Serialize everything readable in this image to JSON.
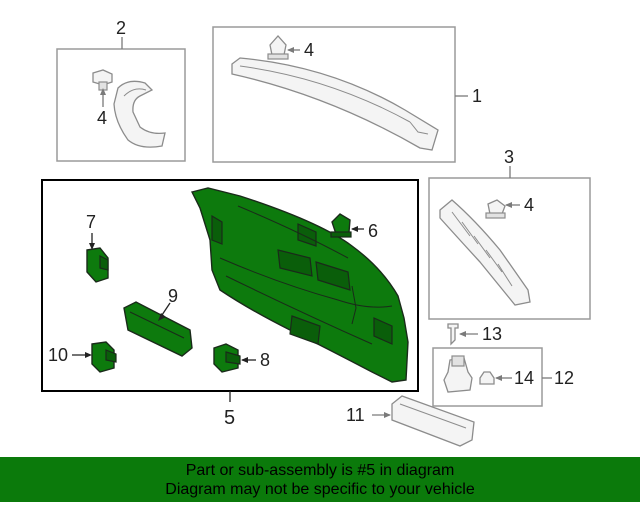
{
  "callouts": {
    "c1": "1",
    "c2": "2",
    "c3": "3",
    "c4a": "4",
    "c4b": "4",
    "c4c": "4",
    "c5": "5",
    "c6": "6",
    "c7": "7",
    "c8": "8",
    "c9": "9",
    "c10": "10",
    "c11": "11",
    "c12": "12",
    "c13": "13",
    "c14": "14"
  },
  "colors": {
    "highlight_part": "#0d7a0d",
    "banner_background": "#0b7a0b",
    "secondary_parts": "#f4f4f4"
  },
  "banner": {
    "line1": "Part or sub-assembly is #5 in diagram",
    "line2": "Diagram may not be specific to your vehicle"
  }
}
